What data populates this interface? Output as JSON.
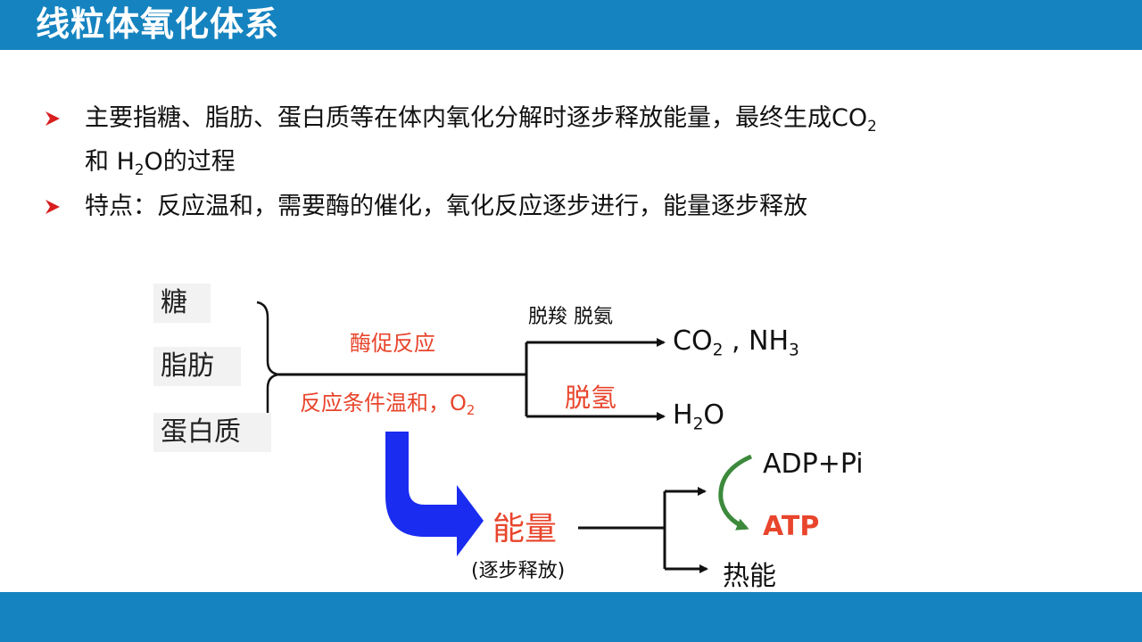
{
  "header": {
    "title": "线粒体氧化体系"
  },
  "bullets": [
    {
      "line1_pre": "主要指糖、脂肪、蛋白质等在体内氧化分解时逐步释放能量，最终生成CO",
      "line1_sub": "2",
      "line2_pre": "和 H",
      "line2_sub": "2",
      "line2_post": "O的过程"
    },
    {
      "text": "特点：反应温和，需要酶的催化，氧化反应逐步进行，能量逐步释放"
    }
  ],
  "diagram": {
    "substrates": [
      "糖",
      "脂肪",
      "蛋白质"
    ],
    "enzyme_label": "酶促反应",
    "condition_label": "反应条件温和，O",
    "condition_sub": "2",
    "branch_top_label": "脱羧  脱氨",
    "branch_top_product": {
      "pre": "CO",
      "sub1": "2",
      "mid": " , NH",
      "sub2": "3"
    },
    "branch_bottom_label": "脱氢",
    "branch_bottom_product": {
      "pre": "H",
      "sub": "2",
      "post": "O"
    },
    "energy_label": "能量",
    "energy_note": "(逐步释放)",
    "adp_label": "ADP+Pi",
    "atp_label": "ATP",
    "heat_label": "热能"
  },
  "colors": {
    "header": "#1583bf",
    "accent_red": "#e8452c",
    "big_arrow_blue": "#1a2cf0",
    "cycle_green": "#3c8a3c"
  }
}
